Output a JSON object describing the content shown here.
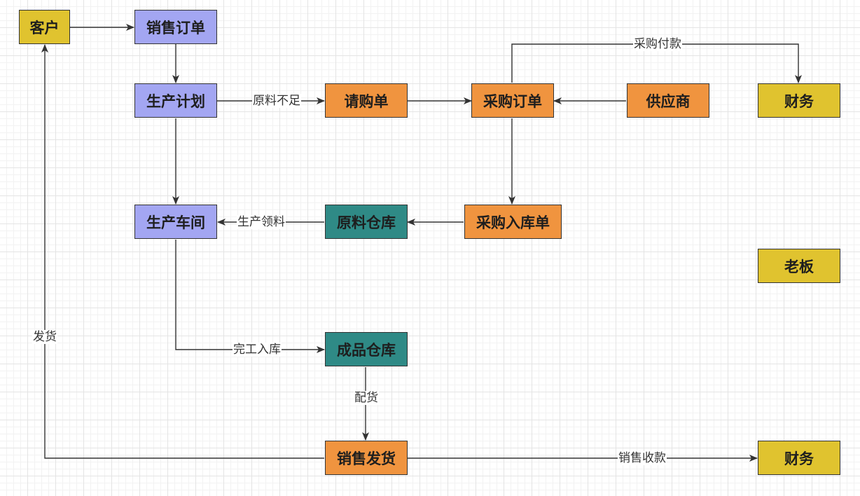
{
  "colors": {
    "customer_finance": "#e0c32f",
    "sales_production": "#a3a6f2",
    "purchase": "#f0943f",
    "warehouse": "#2f8a86",
    "line": "#333333"
  },
  "nodes": {
    "customer": "客户",
    "sales_order": "销售订单",
    "production_plan": "生产计划",
    "purchase_request": "请购单",
    "purchase_order": "采购订单",
    "supplier": "供应商",
    "finance_top": "财务",
    "workshop": "生产车间",
    "raw_warehouse": "原料仓库",
    "purchase_receipt": "采购入库单",
    "boss": "老板",
    "finished_warehouse": "成品仓库",
    "sales_delivery": "销售发货",
    "finance_bottom": "财务"
  },
  "edge_labels": {
    "purchase_payment": "采购付款",
    "material_shortage": "原料不足",
    "material_requisition": "生产领料",
    "delivery": "发货",
    "completion_stock_in": "完工入库",
    "allocation": "配货",
    "sales_collection": "销售收款"
  }
}
